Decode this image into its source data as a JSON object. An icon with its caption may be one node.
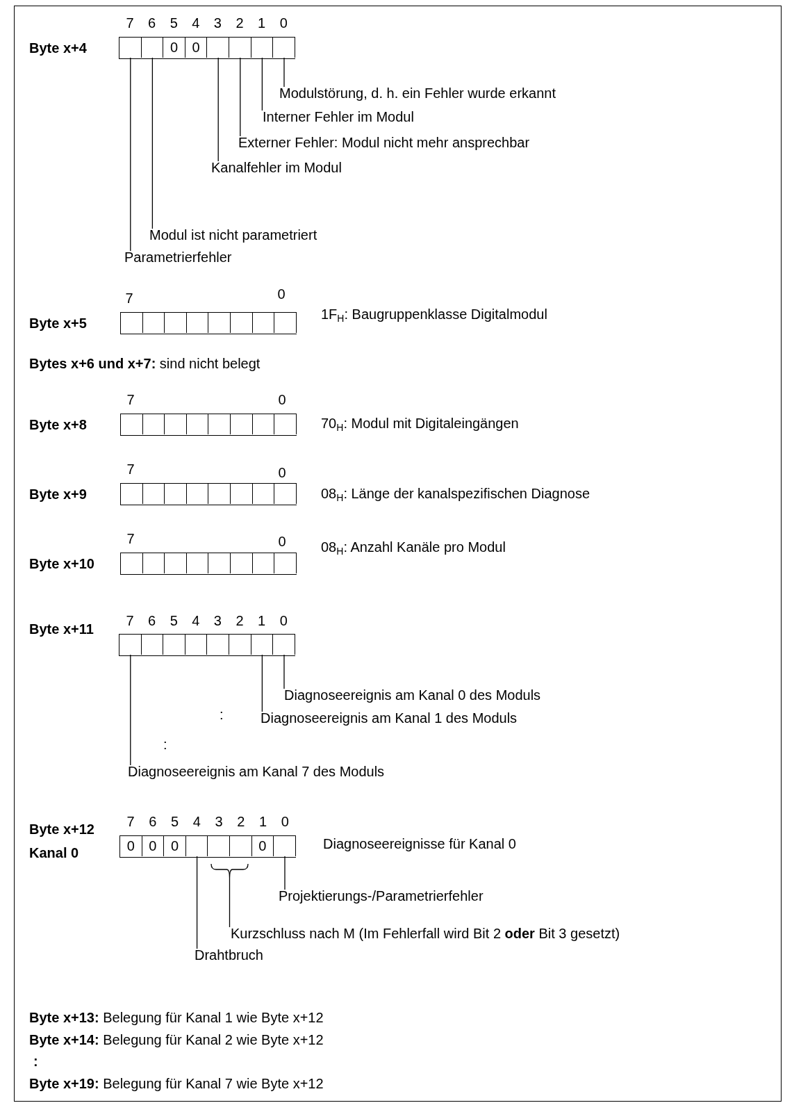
{
  "diagram": {
    "nodes": [
      {
        "text": [],
        "shape": "bar"
      },
      {
        "text": [],
        "shape": "box",
        "in": 0
      },
      {
        "text": [],
        "shape": "box",
        "in": 0
      },
      {
        "text": [
          "0"
        ],
        "in": 0
      },
      {
        "text": [
          "0"
        ],
        "in": 0
      },
      {
        "text": [],
        "shape": "box",
        "in": 0
      },
      {
        "text": [],
        "shape": "box",
        "in": 0
      },
      {
        "text": [],
        "shape": "box",
        "in": 0
      },
      {
        "text": [],
        "shape": "box",
        "in": 0
      },
      {
        "text": [
          "Modulstörung, d. h. ein Fehler wurde erkannt"
        ]
      },
      {
        "text": [
          "Interner Fehler im Modul"
        ]
      },
      {
        "text": [
          "Externer Fehler: Modul nicht mehr ansprechbar"
        ]
      },
      {
        "text": [
          "Kanalfehler im Modul"
        ]
      },
      {
        "text": [
          "Modul ist nicht parametriert"
        ]
      },
      {
        "text": [
          "Parametrierfehler"
        ]
      },
      {
        "text": [],
        "shape": "bar"
      },
      {
        "text": [],
        "shape": "box",
        "in": 15
      },
      {
        "text": [],
        "shape": "box",
        "in": 15
      },
      {
        "text": [],
        "shape": "box",
        "in": 15
      },
      {
        "text": [],
        "shape": "box",
        "in": 15
      },
      {
        "text": [],
        "shape": "box",
        "in": 15
      },
      {
        "text": [],
        "shape": "box",
        "in": 15
      },
      {
        "text": [],
        "shape": "box",
        "in": 15
      },
      {
        "text": [],
        "shape": "box",
        "in": 15
      },
      {
        "text": [],
        "shape": "bar"
      },
      {
        "text": [],
        "shape": "box",
        "in": 24
      },
      {
        "text": [],
        "shape": "box",
        "in": 24
      },
      {
        "text": [],
        "shape": "box",
        "in": 24
      },
      {
        "text": [],
        "shape": "box",
        "in": 24
      },
      {
        "text": [],
        "shape": "box",
        "in": 24
      },
      {
        "text": [],
        "shape": "box",
        "in": 24
      },
      {
        "text": [],
        "shape": "box",
        "in": 24
      },
      {
        "text": [],
        "shape": "box",
        "in": 24
      },
      {
        "text": [],
        "shape": "bar"
      },
      {
        "text": [],
        "shape": "box",
        "in": 33
      },
      {
        "text": [],
        "shape": "box",
        "in": 33
      },
      {
        "text": [],
        "shape": "box",
        "in": 33
      },
      {
        "text": [],
        "shape": "box",
        "in": 33
      },
      {
        "text": [],
        "shape": "box",
        "in": 33
      },
      {
        "text": [],
        "shape": "box",
        "in": 33
      },
      {
        "text": [],
        "shape": "box",
        "in": 33
      },
      {
        "text": [],
        "shape": "box",
        "in": 33
      },
      {
        "text": [],
        "shape": "bar"
      },
      {
        "text": [],
        "shape": "box",
        "in": 42
      },
      {
        "text": [],
        "shape": "box",
        "in": 42
      },
      {
        "text": [],
        "shape": "box",
        "in": 42
      },
      {
        "text": [],
        "shape": "box",
        "in": 42
      },
      {
        "text": [],
        "shape": "box",
        "in": 42
      },
      {
        "text": [],
        "shape": "box",
        "in": 42
      },
      {
        "text": [],
        "shape": "box",
        "in": 42
      },
      {
        "text": [],
        "shape": "box",
        "in": 42
      },
      {
        "text": [],
        "shape": "bar"
      },
      {
        "text": [],
        "shape": "box",
        "in": 51
      },
      {
        "text": [],
        "shape": "box",
        "in": 51
      },
      {
        "text": [],
        "shape": "box",
        "in": 51
      },
      {
        "text": [],
        "shape": "box",
        "in": 51
      },
      {
        "text": [],
        "shape": "box",
        "in": 51
      },
      {
        "text": [],
        "shape": "box",
        "in": 51
      },
      {
        "text": [],
        "shape": "box",
        "in": 51
      },
      {
        "text": [],
        "shape": "box",
        "in": 51
      },
      {
        "text": [
          "Diagnoseereignis am Kanal 0 des Moduls"
        ]
      },
      {
        "text": [
          "Diagnoseereignis am Kanal 1 des Moduls"
        ]
      },
      {
        "text": [
          "Diagnoseereignis am Kanal 7 des Moduls"
        ]
      },
      {
        "text": [],
        "shape": "bar"
      },
      {
        "text": [
          "0"
        ],
        "in": 63
      },
      {
        "text": [
          "0"
        ],
        "in": 63
      },
      {
        "text": [
          "0"
        ],
        "in": 63
      },
      {
        "text": [],
        "shape": "box",
        "in": 63
      },
      {
        "text": [],
        "shape": "box",
        "in": 63
      },
      {
        "text": [],
        "shape": "box",
        "in": 63
      },
      {
        "text": [
          "0"
        ],
        "in": 63
      },
      {
        "text": [],
        "shape": "box",
        "in": 63
      },
      {
        "text": [],
        "shape": "brace"
      },
      {
        "text": [
          "Projektierungs-/Parametrierfehler"
        ]
      },
      {
        "text": [
          "Kurzschluss nach M (Im Fehlerfall wird Bit 2 **oder** Bit 3 gesetzt)"
        ]
      },
      {
        "text": [
          "Drahtbruch"
        ]
      }
    ],
    "edges": [
      {
        "from": 9,
        "to": 8,
        "arrow": "none"
      },
      {
        "from": 10,
        "to": 7,
        "arrow": "none"
      },
      {
        "from": 11,
        "to": 6,
        "arrow": "none"
      },
      {
        "from": 12,
        "to": 5,
        "arrow": "none"
      },
      {
        "from": 13,
        "to": 2,
        "arrow": "none"
      },
      {
        "from": 14,
        "to": 1,
        "arrow": "none"
      },
      {
        "from": 60,
        "to": 59,
        "arrow": "none"
      },
      {
        "from": 61,
        "to": 58,
        "arrow": "none"
      },
      {
        "from": 62,
        "to": 52,
        "arrow": "none"
      },
      {
        "from": 73,
        "to": 71,
        "arrow": "none"
      },
      {
        "from": 74,
        "to": 72,
        "arrow": "none"
      },
      {
        "from": 75,
        "to": 67,
        "arrow": "none"
      }
    ],
    "labels": [
      "7",
      "6",
      "5",
      "4",
      "3",
      "2",
      "1",
      "0",
      "Byte x+4",
      "7",
      "0",
      "Byte x+5",
      "1F$_{H}$: Baugruppenklasse Digitalmodul",
      "**Bytes x+6 und x+7:** sind nicht belegt",
      "7",
      "0",
      "Byte x+8",
      "70$_{H}$: Modul mit Digitaleingängen",
      "7",
      "0",
      "Byte x+9",
      "08$_{H}$: Länge der kanalspezifischen Diagnose",
      "7",
      "0",
      "Byte x+10",
      "08$_{H}$: Anzahl Kanäle pro Modul",
      "7",
      "6",
      "5",
      "4",
      "3",
      "2",
      "1",
      "0",
      "Byte x+11",
      ":",
      ":",
      "7",
      "6",
      "5",
      "4",
      "3",
      "2",
      "1",
      "0",
      "Byte x+12 Kanal 0",
      "Diagnoseereignisse für Kanal 0",
      "**Byte x+13:** Belegung für Kanal 1 wie Byte x+12",
      "**Byte x+14:** Belegung für Kanal 2 wie Byte x+12",
      ":",
      "**Byte x+19:** Belegung für Kanal 7 wie Byte x+12"
    ]
  }
}
